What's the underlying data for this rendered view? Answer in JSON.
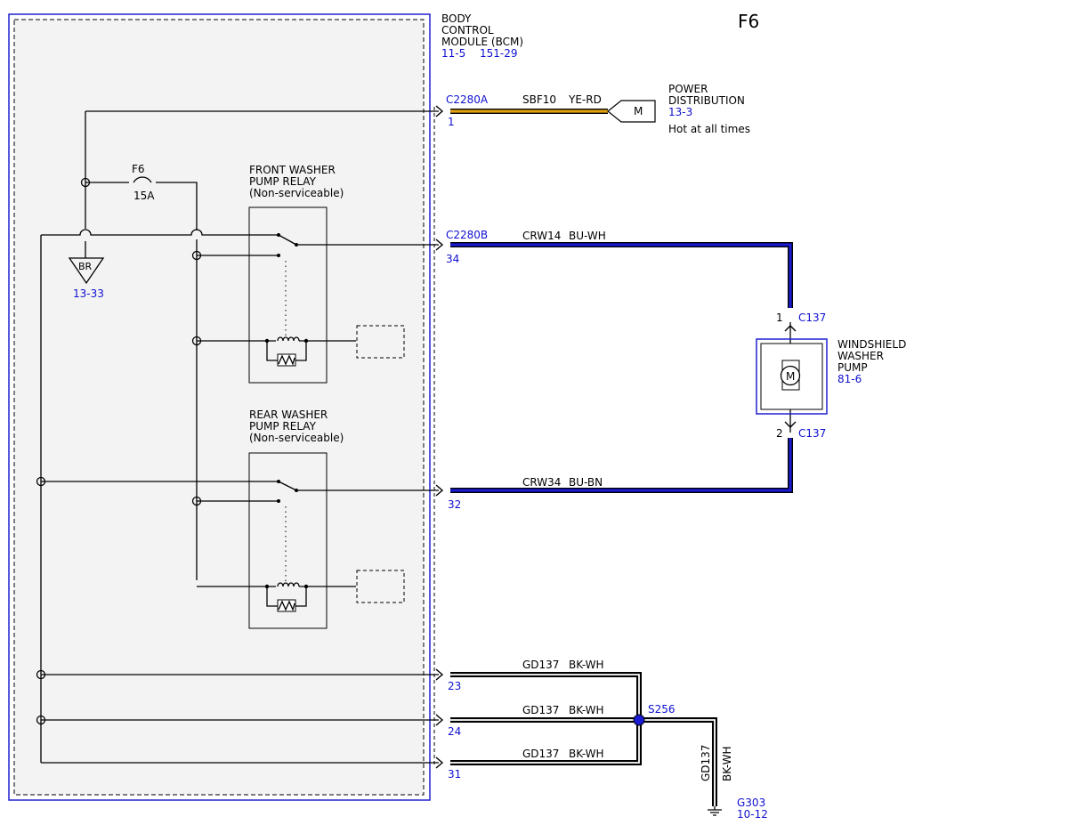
{
  "page_title": "F6",
  "bcm": {
    "label_lines": [
      "BODY",
      "CONTROL",
      "MODULE (BCM)"
    ],
    "ref_a": "11-5",
    "ref_b": "151-29"
  },
  "connectors": {
    "a": "C2280A",
    "b": "C2280B",
    "c137": "C137"
  },
  "circuits": {
    "sbf10": {
      "name": "SBF10",
      "color": "YE-RD",
      "pin": "1",
      "hex": "#e0a010"
    },
    "crw14": {
      "name": "CRW14",
      "color": "BU-WH",
      "pin": "34",
      "hex": "#1a1ad0"
    },
    "crw34": {
      "name": "CRW34",
      "color": "BU-BN",
      "pin": "32",
      "hex": "#1a1ad0"
    },
    "gd1": {
      "name": "GD137",
      "color": "BK-WH",
      "pin": "23"
    },
    "gd2": {
      "name": "GD137",
      "color": "BK-WH",
      "pin": "24"
    },
    "gd3": {
      "name": "GD137",
      "color": "BK-WH",
      "pin": "31"
    },
    "gd_out": {
      "name": "GD137",
      "color": "BK-WH"
    }
  },
  "power": {
    "plug": "M",
    "label_lines": [
      "POWER",
      "DISTRIBUTION"
    ],
    "ref": "13-3",
    "note": "Hot at all times"
  },
  "fuse": {
    "name": "F6",
    "rating": "15A"
  },
  "front_relay": {
    "label_lines": [
      "FRONT WASHER",
      "PUMP RELAY",
      "(Non-serviceable)"
    ]
  },
  "rear_relay": {
    "label_lines": [
      "REAR WASHER",
      "PUMP RELAY",
      "(Non-serviceable)"
    ]
  },
  "br": {
    "label": "BR",
    "ref": "13-33"
  },
  "pump": {
    "motor": "M",
    "label_lines": [
      "WINDSHIELD",
      "WASHER",
      "PUMP"
    ],
    "ref": "81-6",
    "pin1": "1",
    "pin2": "2"
  },
  "splice": {
    "name": "S256"
  },
  "ground": {
    "name": "G303",
    "ref": "10-12"
  },
  "colors": {
    "accent_blue": "#1010d0",
    "yellow_wire": "#e0a010",
    "blue_wire": "#1a1ad0",
    "module_fill": "#f3f3f3"
  }
}
